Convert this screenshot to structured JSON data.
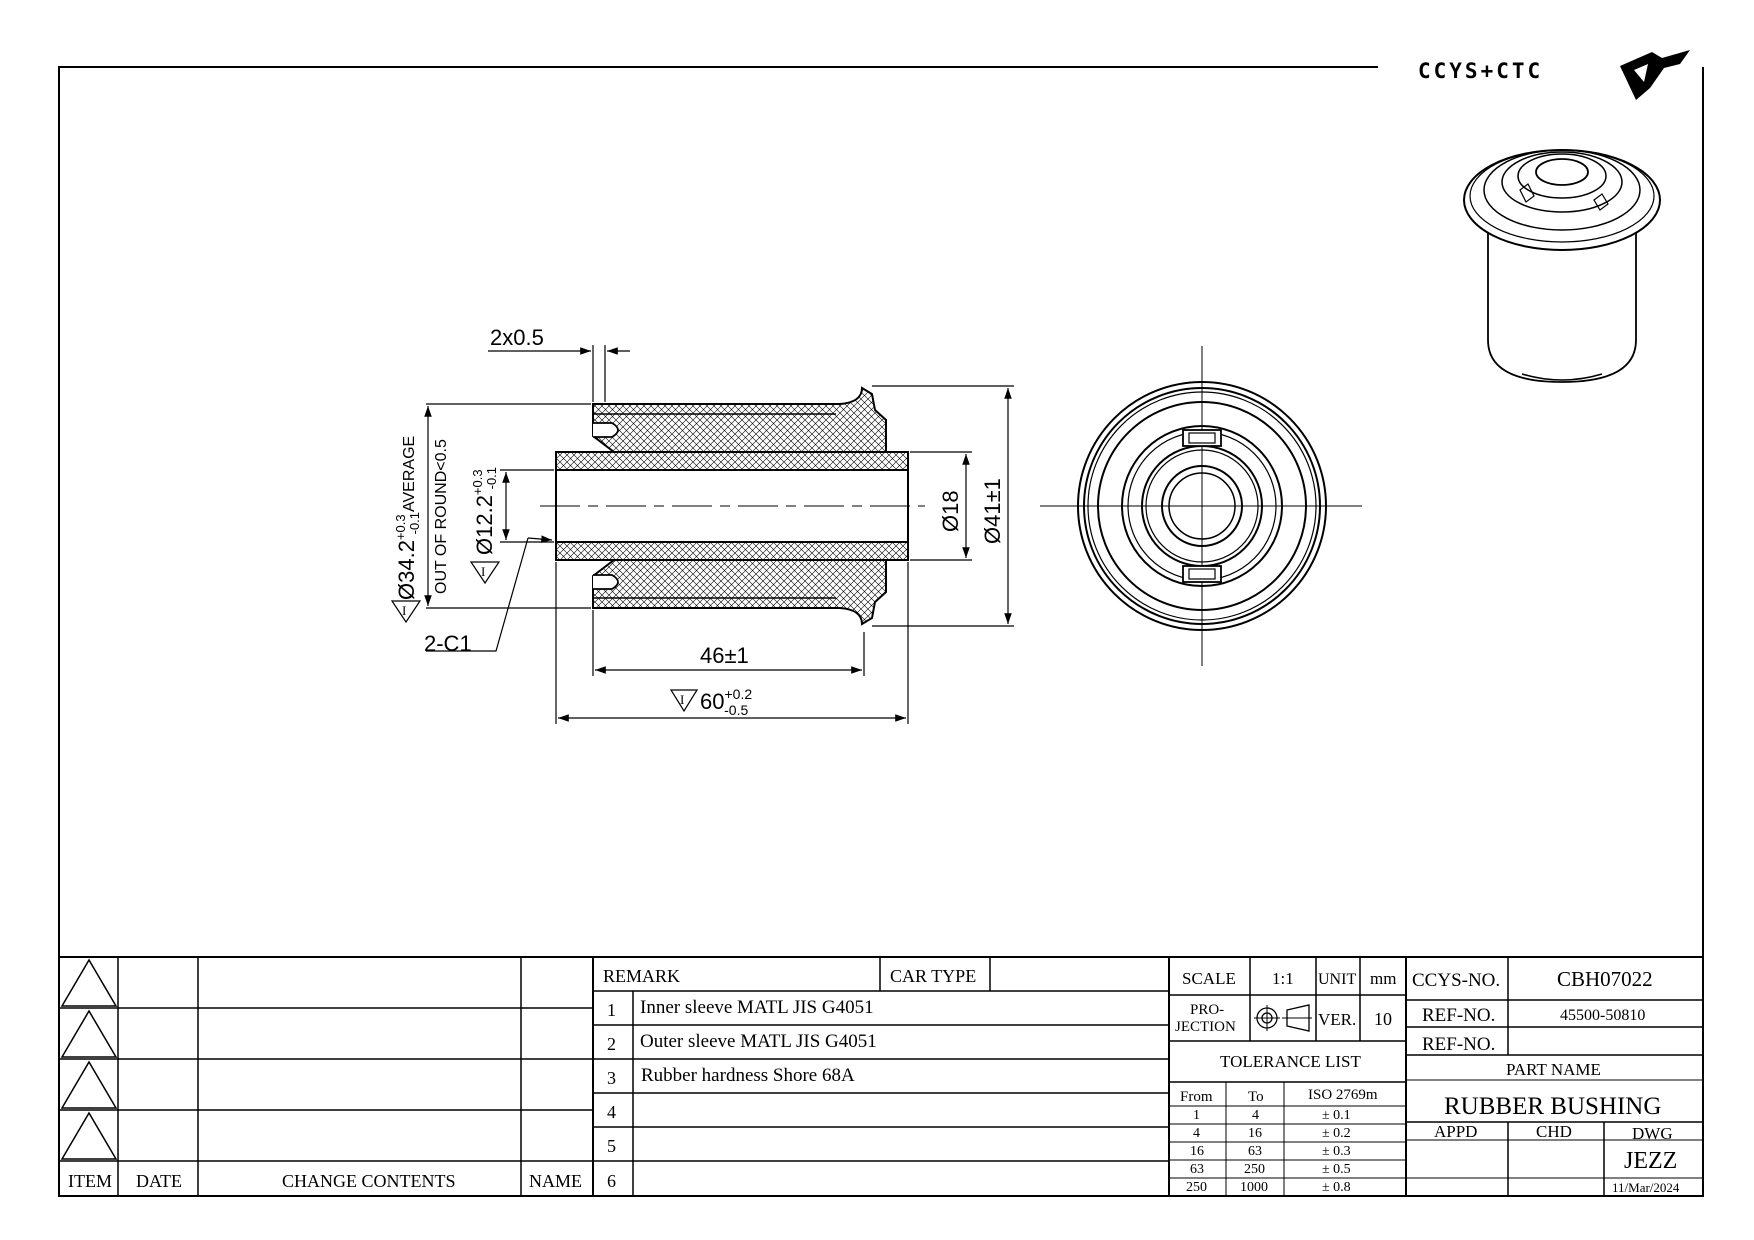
{
  "logo": {
    "text": "CCYS+CTC"
  },
  "dimensions": {
    "groove": "2x0.5",
    "od_outer_prefix": "Ø34.2",
    "od_outer_tol_plus": "+0.3",
    "od_outer_tol_minus": "-0.1",
    "od_outer_note": "AVERAGE",
    "out_of_round": "OUT OF ROUND<0.5",
    "id_inner_prefix": "Ø12.2",
    "id_inner_tol_plus": "+0.3",
    "id_inner_tol_minus": "-0.1",
    "chamfer": "2-C1",
    "length_outer": "46±1",
    "length_inner_prefix": "60",
    "length_inner_tol_plus": "+0.2",
    "length_inner_tol_minus": "-0.5",
    "dia_18": "Ø18",
    "dia_41": "Ø41±1",
    "datum": "I"
  },
  "revision_table": {
    "headers": {
      "item": "ITEM",
      "date": "DATE",
      "change": "CHANGE CONTENTS",
      "name": "NAME"
    }
  },
  "remark_table": {
    "remark_label": "REMARK",
    "car_type_label": "CAR TYPE",
    "car_type_value": "",
    "rows": [
      {
        "no": "1",
        "text": "Inner sleeve MATL JIS G4051"
      },
      {
        "no": "2",
        "text": "Outer sleeve MATL JIS G4051"
      },
      {
        "no": "3",
        "text": "Rubber hardness Shore 68A"
      },
      {
        "no": "4",
        "text": ""
      },
      {
        "no": "5",
        "text": ""
      },
      {
        "no": "6",
        "text": ""
      }
    ]
  },
  "spec": {
    "scale_label": "SCALE",
    "scale_value": "1:1",
    "unit_label": "UNIT",
    "unit_value": "mm",
    "projection_label_1": "PRO-",
    "projection_label_2": "JECTION",
    "ver_label": "VER.",
    "ver_value": "10"
  },
  "tolerance": {
    "title": "TOLERANCE LIST",
    "headers": {
      "from": "From",
      "to": "To",
      "iso": "ISO 2769m"
    },
    "rows": [
      {
        "from": "1",
        "to": "4",
        "tol": "± 0.1"
      },
      {
        "from": "4",
        "to": "16",
        "tol": "± 0.2"
      },
      {
        "from": "16",
        "to": "63",
        "tol": "± 0.3"
      },
      {
        "from": "63",
        "to": "250",
        "tol": "± 0.5"
      },
      {
        "from": "250",
        "to": "1000",
        "tol": "± 0.8"
      }
    ]
  },
  "title_block": {
    "ccys_no_label": "CCYS-NO.",
    "ccys_no_value": "CBH07022",
    "ref_no_label_1": "REF-NO.",
    "ref_no_value_1": "45500-50810",
    "ref_no_label_2": "REF-NO.",
    "ref_no_value_2": "",
    "part_name_label": "PART NAME",
    "part_name_value": "RUBBER BUSHING",
    "appd_label": "APPD",
    "chd_label": "CHD",
    "dwg_label": "DWG",
    "dwg_value": "JEZZ",
    "date_value": "11/Mar/2024"
  }
}
